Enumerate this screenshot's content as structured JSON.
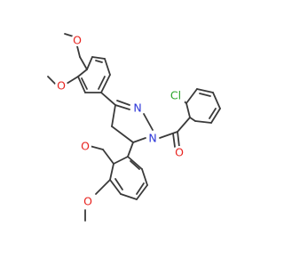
{
  "atoms": {
    "o_methoxy_top": "O",
    "o_methoxy_left": "O",
    "n_upper": "N",
    "n_ring": "N",
    "cl": "Cl",
    "o_carbonyl": "O",
    "o_methoxy_lower_a": "O",
    "o_methoxy_lower_b": "O"
  },
  "colors": {
    "bond": "#3a3a3a",
    "oxygen": "#e8231f",
    "nitrogen": "#2b35d8",
    "chlorine": "#2aa52a"
  }
}
